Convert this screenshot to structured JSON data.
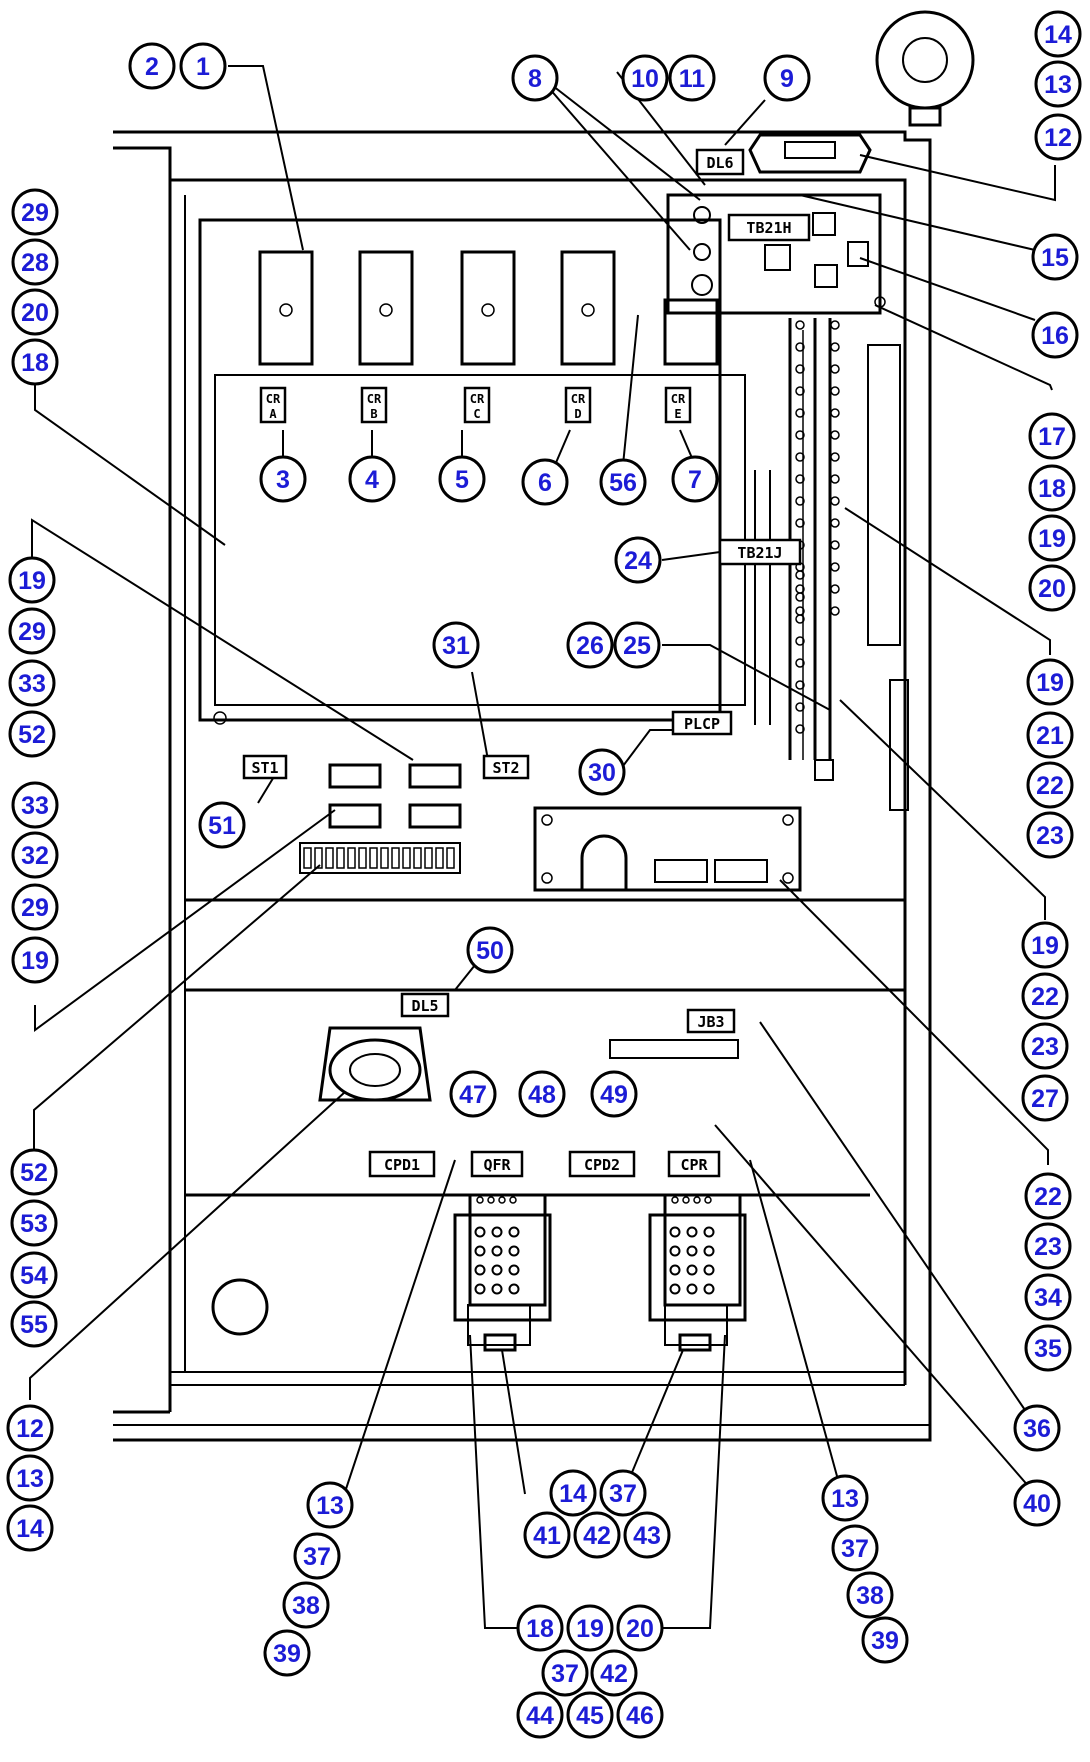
{
  "tags": {
    "dl6": "DL6",
    "tb21h": "TB21H",
    "cr_a_top": "CR",
    "cr_a_bot": "A",
    "cr_b_top": "CR",
    "cr_b_bot": "B",
    "cr_c_top": "CR",
    "cr_c_bot": "C",
    "cr_d_top": "CR",
    "cr_d_bot": "D",
    "cr_e_top": "CR",
    "cr_e_bot": "E",
    "tb21j": "TB21J",
    "st1": "ST1",
    "st2": "ST2",
    "plcp": "PLCP",
    "dl5": "DL5",
    "jb3": "JB3",
    "cpd1": "CPD1",
    "qfr": "QFR",
    "cpd2": "CPD2",
    "cpr": "CPR"
  },
  "callouts": {
    "c_2": "2",
    "c_1": "1",
    "c_8": "8",
    "c_10": "10",
    "c_11": "11",
    "c_9": "9",
    "c_14a": "14",
    "c_13a": "13",
    "c_12a": "12",
    "c_15": "15",
    "c_16": "16",
    "c_29a": "29",
    "c_28": "28",
    "c_20a": "20",
    "c_18a": "18",
    "c_3": "3",
    "c_4": "4",
    "c_5": "5",
    "c_6": "6",
    "c_56": "56",
    "c_7": "7",
    "c_17": "17",
    "c_18b": "18",
    "c_19a": "19",
    "c_20b": "20",
    "c_24": "24",
    "c_19b": "19",
    "c_29b": "29",
    "c_33a": "33",
    "c_52a": "52",
    "c_31": "31",
    "c_26": "26",
    "c_25": "25",
    "c_19c": "19",
    "c_21": "21",
    "c_22a": "22",
    "c_23a": "23",
    "c_30": "30",
    "c_51": "51",
    "c_33b": "33",
    "c_32": "32",
    "c_29c": "29",
    "c_19d": "19",
    "c_19e": "19",
    "c_22b": "22",
    "c_23b": "23",
    "c_27": "27",
    "c_50": "50",
    "c_47": "47",
    "c_48": "48",
    "c_49": "49",
    "c_52b": "52",
    "c_53": "53",
    "c_54": "54",
    "c_55": "55",
    "c_22c": "22",
    "c_23c": "23",
    "c_34": "34",
    "c_35": "35",
    "c_12b": "12",
    "c_13b": "13",
    "c_14b": "14",
    "c_36": "36",
    "c_40": "40",
    "c_13c": "13",
    "c_37a": "37",
    "c_38a": "38",
    "c_39a": "39",
    "c_14c": "14",
    "c_37b": "37",
    "c_41": "41",
    "c_42a": "42",
    "c_43": "43",
    "c_13d": "13",
    "c_37c": "37",
    "c_38b": "38",
    "c_39b": "39",
    "c_18c": "18",
    "c_19f": "19",
    "c_20c": "20",
    "c_37d": "37",
    "c_42b": "42",
    "c_44": "44",
    "c_45": "45",
    "c_46": "46"
  },
  "colors": {
    "callout_text": "#1c1cd6",
    "line": "#000000",
    "background": "#ffffff"
  }
}
